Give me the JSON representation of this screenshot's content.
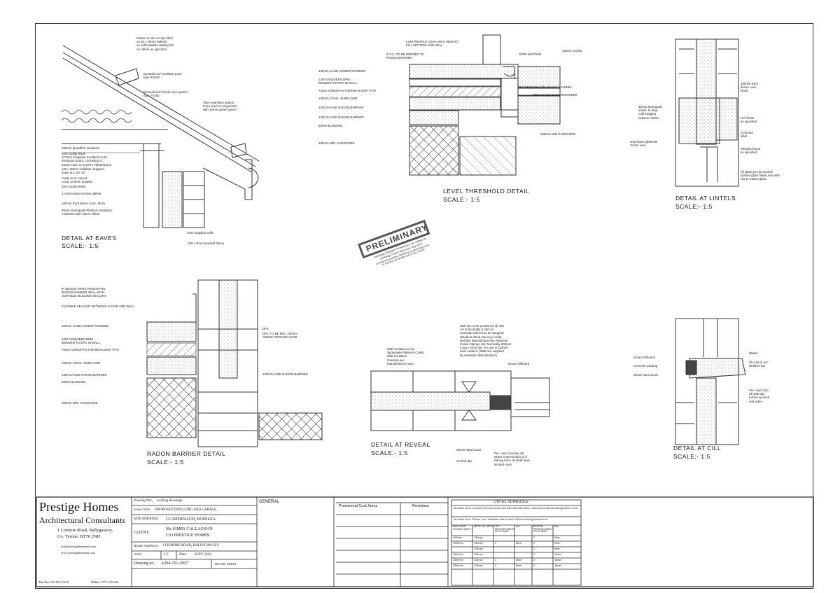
{
  "details": {
    "eaves": {
      "title": "DETAIL AT EAVES",
      "scale": "SCALE:- 1:5"
    },
    "threshold": {
      "title": "LEVEL THRESHOLD DETAIL",
      "scale": "SCALE:- 1:5"
    },
    "lintels": {
      "title": "DETAIL AT LINTELS",
      "scale": "SCALE:- 1:5"
    },
    "radon": {
      "title": "RADON BARRIER DETAIL",
      "scale": "SCALE:- 1:5"
    },
    "reveal": {
      "title": "DETAIL AT REVEAL",
      "scale": "SCALE:- 1:5"
    },
    "cill": {
      "title": "DETAIL AT CILL",
      "scale": "SCALE:- 1:5"
    }
  },
  "notes": {
    "eaves": [
      "Slates on tiles as specified\non 50 x 25mm battens\non unbreakable sarking felt\non rafters as specified",
      "Dovetail roof ventilator pack\ntype RV635",
      "Dovetail over fascia vent system\ntype FV250",
      "Alum seamless gutters\nto be used in conjunction\nwith 10mm gutter spacer",
      "200mm glassfibre insulation",
      "3mm carlite finish\nAT3mm Kingspan Kooltherm K18\ninsulation board, consisting of\n35mm insul. & 12.5mm Plasterboard",
      "100 x 50mm wallplate strapped\ndown at 1.2m c/s",
      "cavity to be closed\nusing 12.5mm supalux",
      "3mm carlite finish",
      "12.5mm sand cement plaster",
      "100mm thick dense Conc. block",
      "85mm Springvale Platinum Insulation\nInsulation with 10mm Fillets",
      "6mm supalux soffit",
      "150 x 9mm bevelled fascia"
    ],
    "threshold": [
      "LOW PROFILE (15mm MAX HEIGHT)\nSILL SECTION AND SEAL",
      "D.P.C. TO BE BONDED TO\nRADON BARRIER",
      "DRIP SECTION",
      "100mm CONC.",
      "100mm SAND CEMENT/SCREED",
      "1200 VISQUEEN DPM\nBONDED TO DPC IN WALL",
      "75mm KINGSPAN THERMAFLOOR TF70",
      "100mm CONC. SUBFLOOR",
      "1200 GAUGE RADON BARRIER",
      "1200 GAUGE RADON BARRIER",
      "50mm BLINDING",
      "200mm MIN. HARDCORE",
      "PROPRIETARY DRAINAGE CHANNEL",
      "1200 GAUGE RADON BARRIER",
      "200mm MIN HARDCORE"
    ],
    "lintels": [
      "100mm thick\ndense conc.\nblock",
      "35mm Springvale\ninsuln. to stop\ncold bridging\nbetween lintels",
      "Cell finish\nas specified",
      "Concrete\nlintel",
      "Overframe glidevale\nTrickle vent",
      "Window frame\nas specified",
      "All glazing to be Double\nGlazed glass fitted units with\nlow E-coated glass."
    ],
    "radon": [
      "IF SEVICE PIPES PENETRATE\nRADON BARRIER SEAL WITH\nSUITABLE SILICONE SEALANT.",
      "FLEXIBLE SEALENT BETWEEN FLOOR AND WALL",
      "100mm SAND CEMENT/SCREED",
      "1200 VISQUEEN DPM\nBONDED TO DPC IN WALL",
      "75mm KINGSPAN THERMAFLOOR TF70",
      "100mm CONC. SUBFLOOR",
      "1200 GAUGE RADON BARRIER",
      "50mm BLINDING",
      "200mm MIN. HARDCORE",
      "DPC",
      "DPC TO BE MIN. 150mm\nABOVE GROUND LEVEL",
      "1200 GAUGE RADON BARRIER"
    ],
    "reveal": [
      "Wall ties to be positioned @ 750\nc/s horizontally & 450 c/s\nvertically wall ties to be Stepped\nStainless Steel masonry cavity\nwall ties Manufactured by Shannon\nCoiled Springs Ltd. Nominally 200mm\nLong x 4mm dia. For use in 110mm\nwide cavities. (Wall ties supplied\nby Insulation Manufacturer)",
      "Wall insulation to be\nSpringvale Platinum Cavity\nWall Insulation\nFixed as per\nManufacturers spec.",
      "Nosed cillboard",
      "35mm haro board",
      "Pre- cast concrete cill\nwhere external skin is of\nFacing brick cill shall have\nstooled ends",
      "Vertical dpc"
    ],
    "cill": [
      "Nosed cillboard",
      "Concrete packing",
      "25mm haro board",
      "Mastic",
      "25 x 5mm pvc\nweather bar",
      "Pre- cast conc.\ncill with dpc\nturned up back\nand sides"
    ]
  },
  "stamp": {
    "label": "PRELIMINARY",
    "note": "Drawings Stamped Preliminary are subject to\nBuilding Control Approval. Any work\ncommenced before Building Control Approval\nis carried out at the risk of the Client"
  },
  "title_block": {
    "company": "Prestige Homes",
    "subtitle": "Architectural Consultants",
    "address_1": "1 Lismore Road, Ballygawley,",
    "address_2": "Co. Tyrone. BT70 2ND",
    "email": "info@prestigehomesni.com",
    "web": "www.prestigehomesni.com",
    "tel": "Tele/Fax: 028 855 67018",
    "mobile": "Mobile: 0771 2455196",
    "drawing_title_label": "drawing title,",
    "drawing_title": "working drawings",
    "project_title_label": "project title,",
    "project_title": "PROPOSED DWELLING AND GARAGE.",
    "site_address_label": "SITE ADDRESS,",
    "site_address": "CLAHERNAGH, ROSSLEA",
    "client_label": "CLIENT.",
    "client_1": "Mr JAMES CALLAGHAN",
    "client_2": "C/O PRESTIGE HOMES.",
    "home_address_label": "HOME ADDRESS,",
    "home_address": "1 LISMORE ROAD, BALLYGAWLEY.",
    "scale_label": "scale:",
    "scale": "1:5",
    "date_label": "Date:",
    "date": "SEPT. 2010",
    "drawing_no_label": "Drawing no.",
    "drawing_no": "A204-761-2007",
    "sheet": "DETAIL SHEET",
    "general": "GENERAL",
    "cost": "Provisional Cost Sums",
    "revisions": "Revisions"
  },
  "lintel_schedule": {
    "title": "LINTEL SCHEDULE",
    "note_1": "All lintels to be concrete (L22) mix reinforced with mild steel bars, hooked at ends and having 25mm cover.",
    "note_2": "All lintels to be 100mm nom. thickness and to have 225mm bearing at each end.",
    "headers": [
      "MAX CLEAR OPENING WIDTH",
      "DEPTH OF LINTEL",
      "TOP REINFORCEMENT NO OF BARS",
      "DIA.",
      "BOTTOM REINFORCEMENT NO OF BARS",
      "DIA."
    ],
    "rows": [
      [
        "900mm",
        "150mm",
        "",
        "",
        "2",
        "9mm"
      ],
      [
        "1200mm",
        "150mm",
        "2",
        "8mm",
        "2",
        "9mm"
      ],
      [
        "",
        "225mm",
        "",
        "",
        "2",
        "9mm"
      ],
      [
        "1800mm",
        "225mm",
        "",
        "",
        "2",
        "12mm"
      ],
      [
        "2400mm",
        "225mm",
        "2",
        "8mm",
        "2",
        "16mm"
      ],
      [
        "3300mm",
        "225mm",
        "2",
        "8mm",
        "2",
        "16mm"
      ]
    ]
  }
}
